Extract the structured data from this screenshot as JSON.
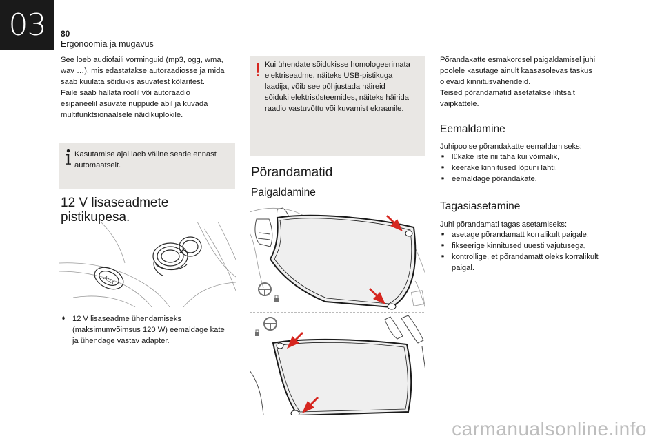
{
  "header": {
    "chapter": "03",
    "page_number": "80",
    "section": "Ergonoomia ja mugavus"
  },
  "col1": {
    "intro": [
      "See loeb audiofaili vorminguid (mp3, ogg, wma,",
      "wav …), mis edastatakse autoraadiosse ja mida",
      "saab kuulata sõidukis asuvatest kõlaritest.",
      "Faile saab hallata roolil või autoraadio",
      "esipaneelil asuvate nuppude abil ja kuvada",
      "multifunktsionaalsele näidikuplokile."
    ],
    "info": [
      "Kasutamise ajal laeb väline seade ennast",
      "automaatselt."
    ],
    "heading": [
      "12 V lisaseadmete",
      "pistikupesa."
    ],
    "illus_label": "AUX",
    "bullet": [
      "12 V lisaseadme ühendamiseks",
      "(maksimumvõimsus 120 W) eemaldage kate",
      "ja ühendage vastav adapter."
    ]
  },
  "col2": {
    "warning": [
      "Kui ühendate sõidukisse homologeerimata",
      "elektriseadme, näiteks USB-pistikuga",
      "laadija, võib see põhjustada häireid",
      "sõiduki elektrisüsteemides, näiteks häirida",
      "raadio vastuvõttu või kuvamist ekraanile."
    ],
    "heading": "Põrandamatid",
    "subheading": "Paigaldamine"
  },
  "col3": {
    "intro": [
      "Põrandakatte esmakordsel paigaldamisel juhi",
      "poolele kasutage ainult kaasasolevas taskus",
      "olevaid kinnitusvahendeid.",
      "Teised põrandamatid asetatakse lihtsalt",
      "vaipkattele."
    ],
    "removal_heading": "Eemaldamine",
    "removal_intro": "Juhipoolse põrandakatte eemaldamiseks:",
    "removal_steps": [
      "lükake iste nii taha kui võimalik,",
      "keerake kinnitused lõpuni lahti,",
      "eemaldage põrandakate."
    ],
    "reinstall_heading": "Tagasiasetamine",
    "reinstall_intro": "Juhi põrandamati tagasiasetamiseks:",
    "reinstall_steps": [
      "asetage põrandamatt korralikult paigale,",
      "fikseerige kinnitused uuesti vajutusega,",
      [
        "kontrollige, et põrandamatt oleks korralikult",
        "paigal."
      ]
    ]
  },
  "watermark": "carmanualsonline.info",
  "colors": {
    "accent_red": "#d6261f",
    "box_bg": "#e9e7e4",
    "tab_bg": "#1a1a1a"
  }
}
